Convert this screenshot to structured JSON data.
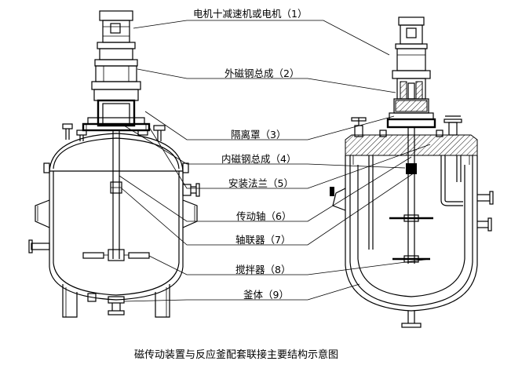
{
  "labels": [
    "电机十减速机或电机（1）",
    "外磁钢总成（2）",
    "隔离罩（3）",
    "内磁钢总成（4）",
    "安装法兰（5）",
    "传动轴（6）",
    "轴联器（7）",
    "搅拌器（8）",
    "釜体（9）"
  ],
  "caption": "磁传动装置与反应釜配套联接主要结构示意图"
}
